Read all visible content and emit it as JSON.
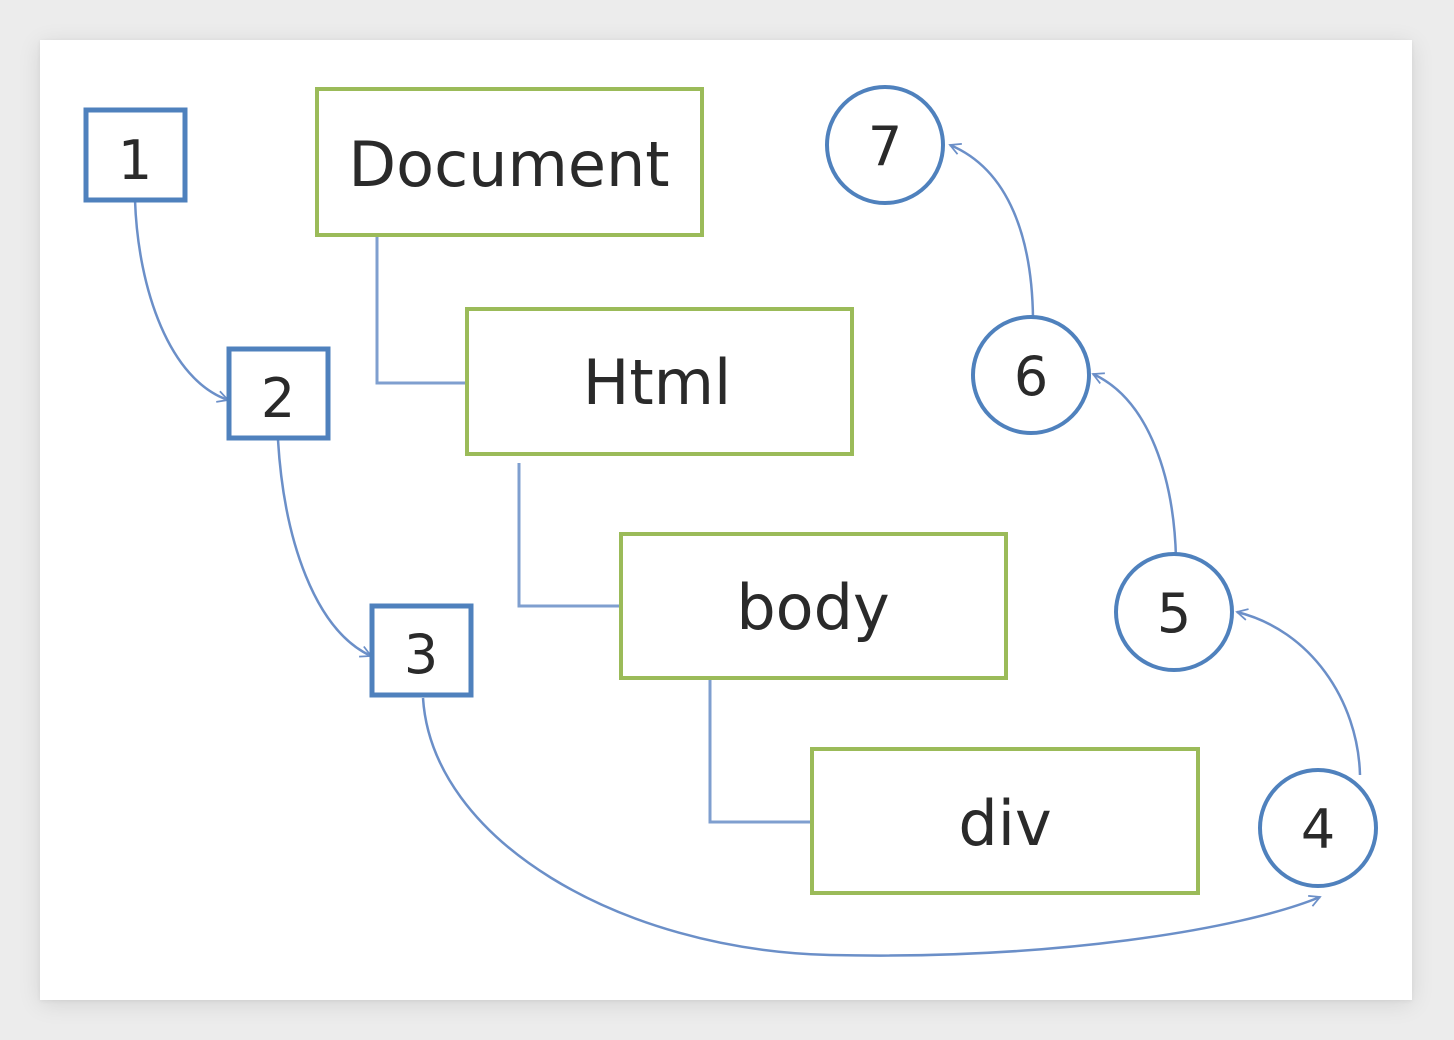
{
  "tree_nodes": {
    "document": "Document",
    "html": "Html",
    "body": "body",
    "div": "div"
  },
  "capture_steps": [
    "1",
    "2",
    "3"
  ],
  "bubble_steps": [
    "4",
    "5",
    "6",
    "7"
  ],
  "colors": {
    "tree_box_border": "#9bbb59",
    "step_border": "#4f81bd",
    "connector": "#7f9fcf",
    "arrow": "#6b8fc8",
    "text": "#2a2a2a"
  }
}
